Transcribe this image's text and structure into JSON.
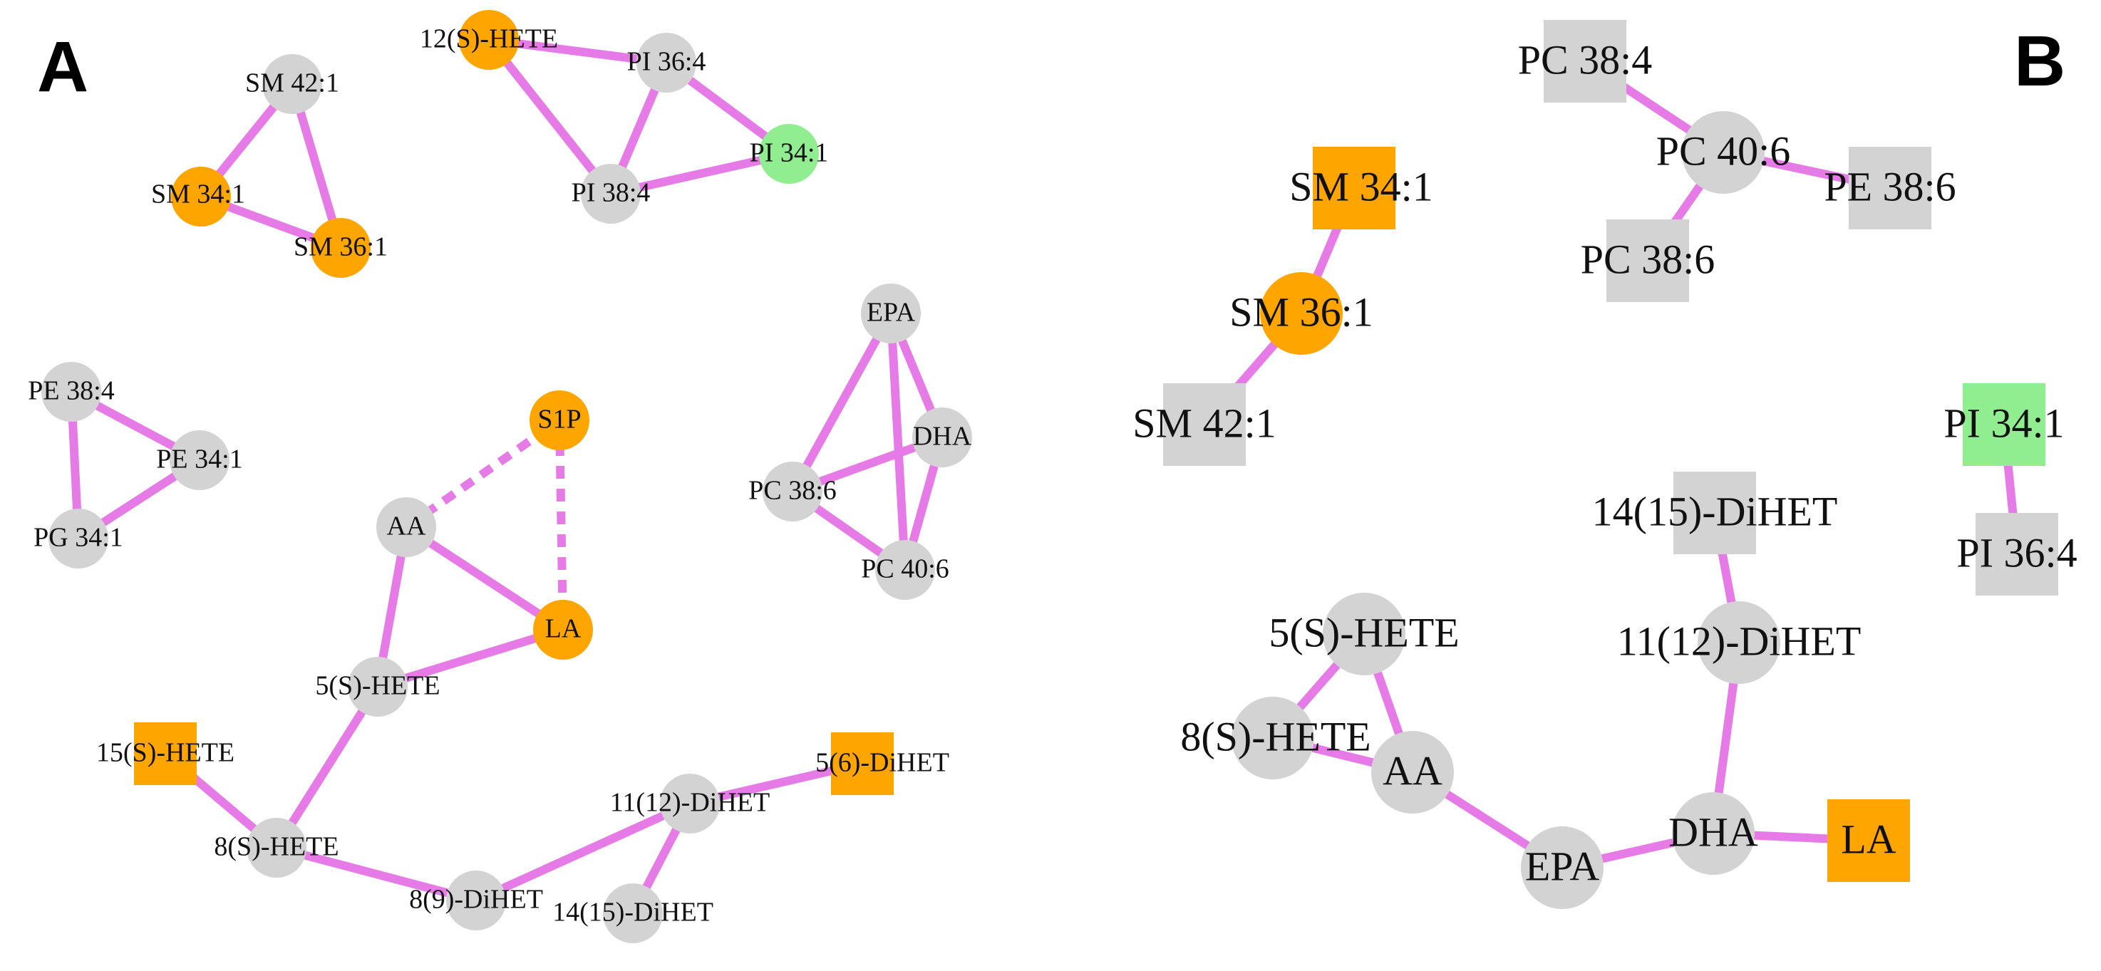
{
  "colors": {
    "edge": "#e67ae6",
    "gray": "#d3d3d3",
    "orange": "#ffa500",
    "green": "#90ee90"
  },
  "panels": [
    {
      "label": "A",
      "nodes": [
        {
          "id": "SM 42:1",
          "shape": "circle",
          "color": "gray"
        },
        {
          "id": "SM 34:1",
          "shape": "circle",
          "color": "orange"
        },
        {
          "id": "SM 36:1",
          "shape": "circle",
          "color": "orange"
        },
        {
          "id": "12(S)-HETE",
          "shape": "circle",
          "color": "orange"
        },
        {
          "id": "PI 36:4",
          "shape": "circle",
          "color": "gray"
        },
        {
          "id": "PI 34:1",
          "shape": "circle",
          "color": "green"
        },
        {
          "id": "PI 38:4",
          "shape": "circle",
          "color": "gray"
        },
        {
          "id": "PE 38:4",
          "shape": "circle",
          "color": "gray"
        },
        {
          "id": "PE 34:1",
          "shape": "circle",
          "color": "gray"
        },
        {
          "id": "PG 34:1",
          "shape": "circle",
          "color": "gray"
        },
        {
          "id": "EPA",
          "shape": "circle",
          "color": "gray"
        },
        {
          "id": "DHA",
          "shape": "circle",
          "color": "gray"
        },
        {
          "id": "PC 38:6",
          "shape": "circle",
          "color": "gray"
        },
        {
          "id": "PC 40:6",
          "shape": "circle",
          "color": "gray"
        },
        {
          "id": "S1P",
          "shape": "circle",
          "color": "orange"
        },
        {
          "id": "AA",
          "shape": "circle",
          "color": "gray"
        },
        {
          "id": "LA",
          "shape": "circle",
          "color": "orange"
        },
        {
          "id": "5(S)-HETE",
          "shape": "circle",
          "color": "gray"
        },
        {
          "id": "15(S)-HETE",
          "shape": "square",
          "color": "orange"
        },
        {
          "id": "8(S)-HETE",
          "shape": "circle",
          "color": "gray"
        },
        {
          "id": "5(6)-DiHET",
          "shape": "square",
          "color": "orange"
        },
        {
          "id": "11(12)-DiHET",
          "shape": "circle",
          "color": "gray"
        },
        {
          "id": "8(9)-DiHET",
          "shape": "circle",
          "color": "gray"
        },
        {
          "id": "14(15)-DiHET",
          "shape": "circle",
          "color": "gray"
        }
      ],
      "edges": [
        {
          "source": "SM 42:1",
          "target": "SM 34:1",
          "style": "solid"
        },
        {
          "source": "SM 42:1",
          "target": "SM 36:1",
          "style": "solid"
        },
        {
          "source": "SM 34:1",
          "target": "SM 36:1",
          "style": "solid"
        },
        {
          "source": "12(S)-HETE",
          "target": "PI 36:4",
          "style": "solid"
        },
        {
          "source": "12(S)-HETE",
          "target": "PI 38:4",
          "style": "solid"
        },
        {
          "source": "PI 36:4",
          "target": "PI 38:4",
          "style": "solid"
        },
        {
          "source": "PI 36:4",
          "target": "PI 34:1",
          "style": "solid"
        },
        {
          "source": "PI 38:4",
          "target": "PI 34:1",
          "style": "solid"
        },
        {
          "source": "PE 38:4",
          "target": "PE 34:1",
          "style": "solid"
        },
        {
          "source": "PE 38:4",
          "target": "PG 34:1",
          "style": "solid"
        },
        {
          "source": "PE 34:1",
          "target": "PG 34:1",
          "style": "solid"
        },
        {
          "source": "EPA",
          "target": "DHA",
          "style": "solid"
        },
        {
          "source": "EPA",
          "target": "PC 38:6",
          "style": "solid"
        },
        {
          "source": "EPA",
          "target": "PC 40:6",
          "style": "solid"
        },
        {
          "source": "DHA",
          "target": "PC 38:6",
          "style": "solid"
        },
        {
          "source": "DHA",
          "target": "PC 40:6",
          "style": "solid"
        },
        {
          "source": "PC 38:6",
          "target": "PC 40:6",
          "style": "solid"
        },
        {
          "source": "AA",
          "target": "S1P",
          "style": "dashed"
        },
        {
          "source": "S1P",
          "target": "LA",
          "style": "dashed"
        },
        {
          "source": "AA",
          "target": "LA",
          "style": "solid"
        },
        {
          "source": "AA",
          "target": "5(S)-HETE",
          "style": "solid"
        },
        {
          "source": "LA",
          "target": "5(S)-HETE",
          "style": "solid"
        },
        {
          "source": "5(S)-HETE",
          "target": "8(S)-HETE",
          "style": "solid"
        },
        {
          "source": "15(S)-HETE",
          "target": "8(S)-HETE",
          "style": "solid"
        },
        {
          "source": "8(S)-HETE",
          "target": "8(9)-DiHET",
          "style": "solid"
        },
        {
          "source": "8(9)-DiHET",
          "target": "11(12)-DiHET",
          "style": "solid"
        },
        {
          "source": "11(12)-DiHET",
          "target": "14(15)-DiHET",
          "style": "solid"
        },
        {
          "source": "11(12)-DiHET",
          "target": "5(6)-DiHET",
          "style": "solid"
        }
      ]
    },
    {
      "label": "B",
      "nodes": [
        {
          "id": "PC 38:4",
          "shape": "square",
          "color": "gray"
        },
        {
          "id": "PC 40:6",
          "shape": "circle",
          "color": "gray"
        },
        {
          "id": "PE 38:6",
          "shape": "square",
          "color": "gray"
        },
        {
          "id": "PC 38:6",
          "shape": "square",
          "color": "gray"
        },
        {
          "id": "SM 34:1",
          "shape": "square",
          "color": "orange"
        },
        {
          "id": "SM 36:1",
          "shape": "circle",
          "color": "orange"
        },
        {
          "id": "SM 42:1",
          "shape": "square",
          "color": "gray"
        },
        {
          "id": "PI 34:1",
          "shape": "square",
          "color": "green"
        },
        {
          "id": "PI 36:4",
          "shape": "square",
          "color": "gray"
        },
        {
          "id": "14(15)-DiHET",
          "shape": "square",
          "color": "gray"
        },
        {
          "id": "11(12)-DiHET",
          "shape": "circle",
          "color": "gray"
        },
        {
          "id": "5(S)-HETE",
          "shape": "circle",
          "color": "gray"
        },
        {
          "id": "8(S)-HETE",
          "shape": "circle",
          "color": "gray"
        },
        {
          "id": "AA",
          "shape": "circle",
          "color": "gray"
        },
        {
          "id": "EPA",
          "shape": "circle",
          "color": "gray"
        },
        {
          "id": "DHA",
          "shape": "circle",
          "color": "gray"
        },
        {
          "id": "LA",
          "shape": "square",
          "color": "orange"
        }
      ],
      "edges": [
        {
          "source": "PC 38:4",
          "target": "PC 40:6",
          "style": "solid"
        },
        {
          "source": "PC 40:6",
          "target": "PE 38:6",
          "style": "solid"
        },
        {
          "source": "PC 40:6",
          "target": "PC 38:6",
          "style": "solid"
        },
        {
          "source": "SM 34:1",
          "target": "SM 36:1",
          "style": "solid"
        },
        {
          "source": "SM 36:1",
          "target": "SM 42:1",
          "style": "solid"
        },
        {
          "source": "PI 34:1",
          "target": "PI 36:4",
          "style": "solid"
        },
        {
          "source": "14(15)-DiHET",
          "target": "11(12)-DiHET",
          "style": "solid"
        },
        {
          "source": "11(12)-DiHET",
          "target": "DHA",
          "style": "solid"
        },
        {
          "source": "5(S)-HETE",
          "target": "8(S)-HETE",
          "style": "solid"
        },
        {
          "source": "5(S)-HETE",
          "target": "AA",
          "style": "solid"
        },
        {
          "source": "8(S)-HETE",
          "target": "AA",
          "style": "solid"
        },
        {
          "source": "AA",
          "target": "EPA",
          "style": "solid"
        },
        {
          "source": "EPA",
          "target": "DHA",
          "style": "solid"
        },
        {
          "source": "DHA",
          "target": "LA",
          "style": "solid"
        }
      ]
    }
  ]
}
